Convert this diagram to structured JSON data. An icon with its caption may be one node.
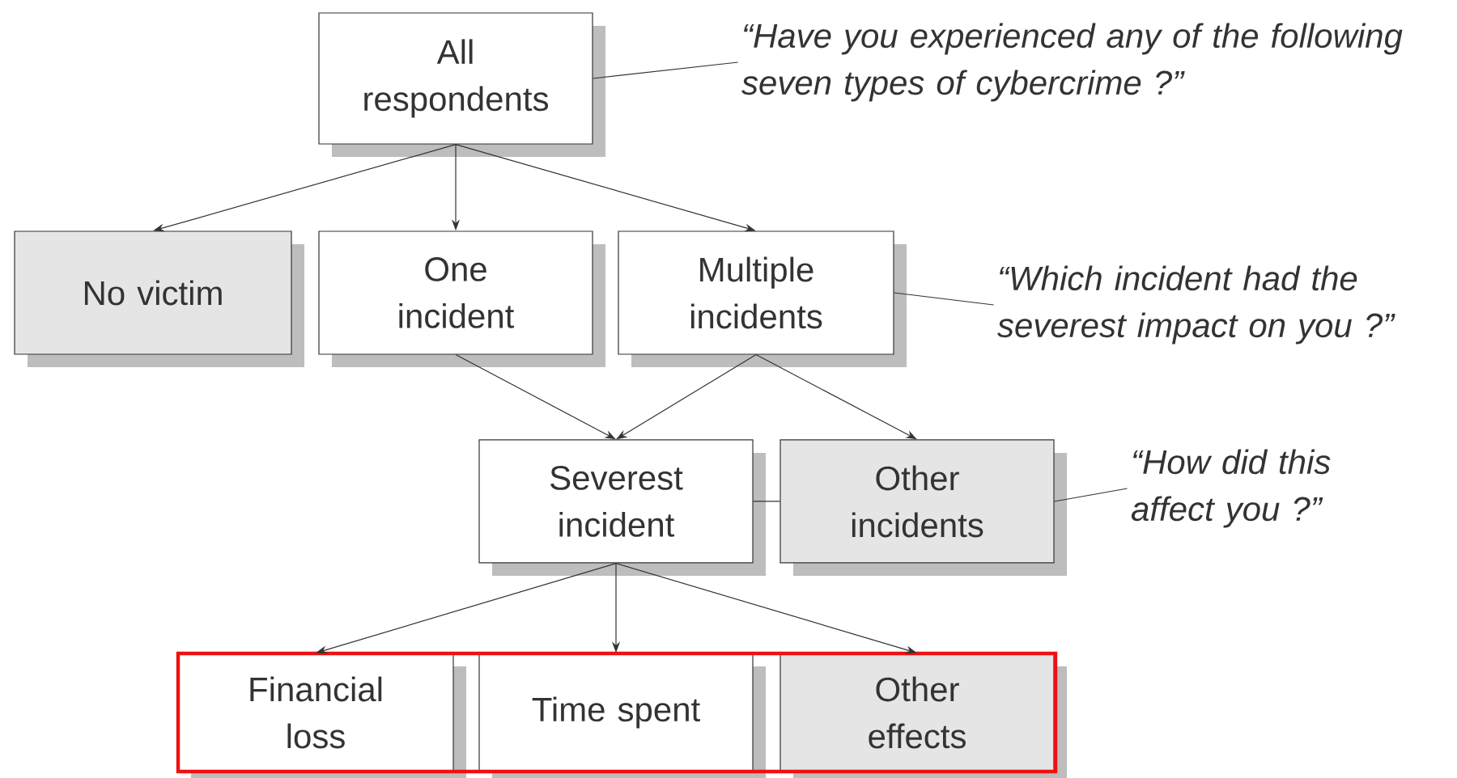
{
  "diagram": {
    "nodes": [
      {
        "text": [
          "All respondents"
        ]
      },
      {
        "text": [
          "“Have you experienced any of the following seven types of cybercrime ?”"
        ]
      },
      {
        "text": [
          "No victim"
        ]
      },
      {
        "text": [
          "One incident"
        ]
      },
      {
        "text": [
          "Multiple incidents"
        ]
      },
      {
        "text": [
          "“Which incident had the severest impact on you ?”"
        ]
      },
      {
        "text": [
          "Severest incident"
        ]
      },
      {
        "text": [
          "Other incidents"
        ]
      },
      {
        "text": [
          "“How did this affect you ?”"
        ]
      },
      {
        "text": [],
        "shape": "box"
      },
      {
        "text": [
          "Financial loss"
        ],
        "in": 9
      },
      {
        "text": [
          "Time spent"
        ],
        "in": 9
      },
      {
        "text": [
          "Other effects"
        ],
        "in": 9
      }
    ],
    "edges": [
      {
        "from": 0,
        "to": 1,
        "arrow": "none"
      },
      {
        "from": 0,
        "to": 2,
        "arrow": "to"
      },
      {
        "from": 0,
        "to": 3,
        "arrow": "to"
      },
      {
        "from": 0,
        "to": 4,
        "arrow": "to"
      },
      {
        "from": 4,
        "to": 5,
        "arrow": "none"
      },
      {
        "from": 3,
        "to": 6,
        "arrow": "to"
      },
      {
        "from": 4,
        "to": 6,
        "arrow": "to"
      },
      {
        "from": 4,
        "to": 7,
        "arrow": "to"
      },
      {
        "from": 6,
        "to": 7,
        "arrow": "none"
      },
      {
        "from": 7,
        "to": 8,
        "arrow": "none"
      },
      {
        "from": 6,
        "to": 10,
        "arrow": "to"
      },
      {
        "from": 6,
        "to": 11,
        "arrow": "to"
      },
      {
        "from": 6,
        "to": 12,
        "arrow": "to"
      }
    ]
  }
}
